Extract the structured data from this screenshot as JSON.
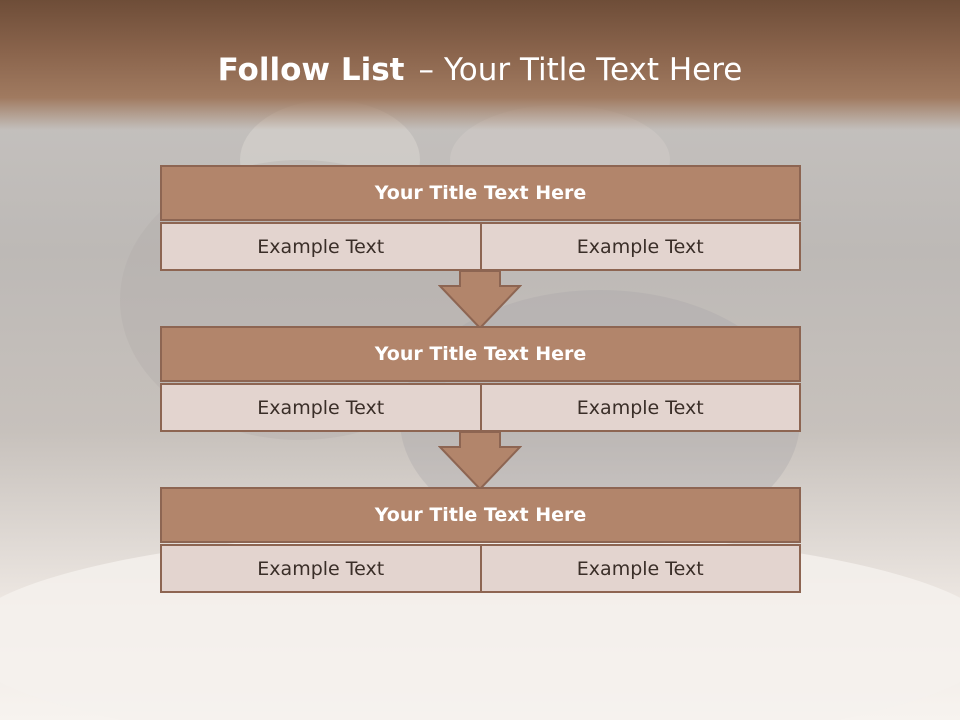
{
  "slide": {
    "title_bold": "Follow List",
    "title_dash": "–",
    "title_rest": "Your Title Text Here"
  },
  "blocks": [
    {
      "title": "Your Title Text Here",
      "left": "Example Text",
      "right": "Example Text"
    },
    {
      "title": "Your Title Text Here",
      "left": "Example Text",
      "right": "Example Text"
    },
    {
      "title": "Your Title Text Here",
      "left": "Example Text",
      "right": "Example Text"
    }
  ],
  "colors": {
    "header": "#8a644c",
    "block_title_fill": "#b2856b",
    "block_cell_fill": "#e3d4cf",
    "border": "#8d6552"
  }
}
